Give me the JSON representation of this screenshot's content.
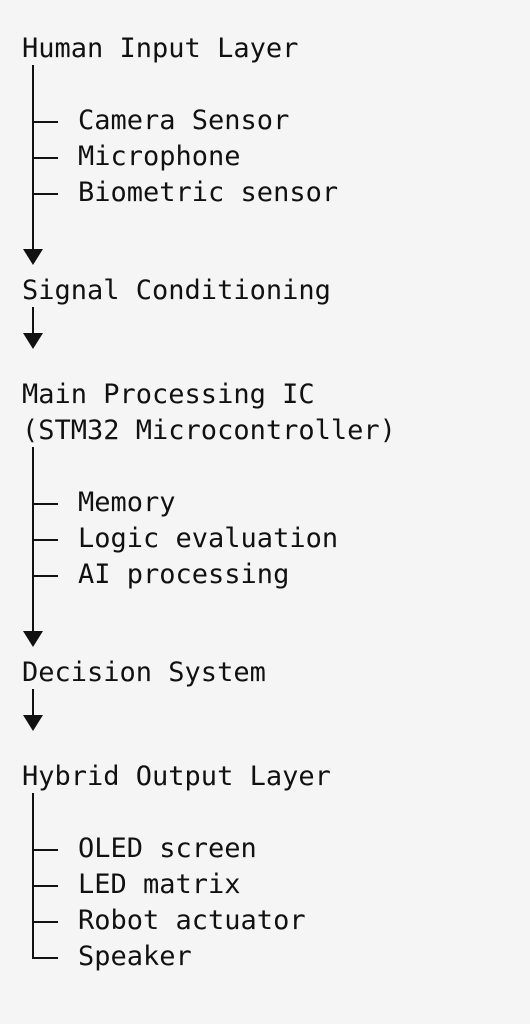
{
  "diagram": {
    "layers": [
      {
        "title_lines": [
          "Human Input Layer"
        ],
        "children": [
          "Camera Sensor",
          "Microphone",
          "Biometric sensor"
        ]
      },
      {
        "title_lines": [
          "Signal Conditioning"
        ],
        "children": []
      },
      {
        "title_lines": [
          "Main Processing IC",
          "(STM32 Microcontroller)"
        ],
        "children": [
          "Memory",
          "Logic evaluation",
          "AI processing"
        ]
      },
      {
        "title_lines": [
          "Decision System"
        ],
        "children": []
      },
      {
        "title_lines": [
          "Hybrid Output Layer"
        ],
        "children": [
          "OLED screen",
          "LED matrix",
          "Robot actuator",
          "Speaker"
        ]
      }
    ]
  }
}
